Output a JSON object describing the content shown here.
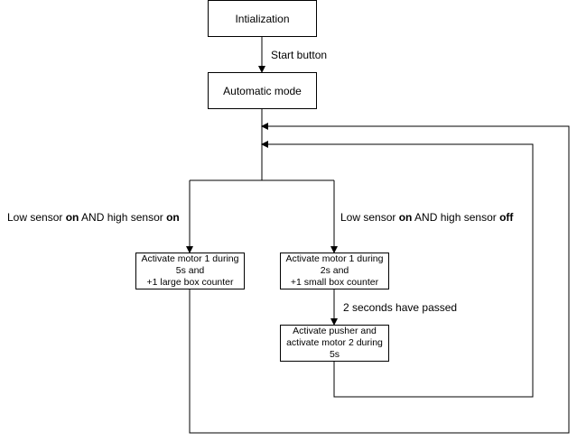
{
  "nodes": {
    "init": {
      "text": "Intialization"
    },
    "auto": {
      "text": "Automatic mode"
    },
    "large": {
      "lines": [
        "Activate motor 1 during",
        "5s and",
        "+1 large box counter"
      ]
    },
    "small": {
      "lines": [
        "Activate motor 1 during",
        "2s and",
        "+1 small box counter"
      ]
    },
    "pusher": {
      "lines": [
        "Activate pusher  and",
        "activate  motor 2 during",
        "5s"
      ]
    }
  },
  "edges": {
    "start": "Start button",
    "wait": "2 seconds have passed",
    "left": {
      "p1": "Low sensor ",
      "b1": "on",
      "p2": " AND high sensor ",
      "b2": "on"
    },
    "right": {
      "p1": "Low sensor ",
      "b1": "on",
      "p2": " AND high sensor ",
      "b2": "off"
    }
  }
}
